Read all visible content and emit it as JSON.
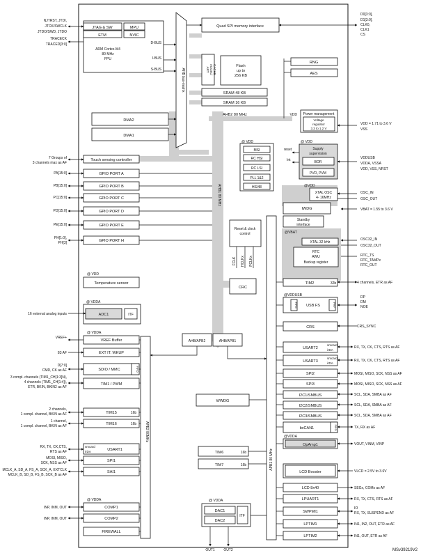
{
  "left_pins": {
    "njtrst": "NJTRST, JTDI,",
    "jtck": "JTCK/SWCLK",
    "jtdo": "JTDO/SWD, JTDO",
    "trace_ck": "TRACECK",
    "traced": "TRACED[3:0]",
    "touch_groups": "7 Groups of",
    "touch_chmax": "3 channels max as AF",
    "pa": "PA[15:0]",
    "pb": "PB[15:0]",
    "pc": "PC[15:0]",
    "pd": "PD[15:0]",
    "pe": "PE[15:0]",
    "ph1": "PH[1:0],",
    "ph3": "PH[3]",
    "ext_analog": "16 external analog inputs",
    "vref": "VREF+",
    "as_af83": "83 AF",
    "sdmmc_d": "D[7:0]",
    "sdmmc_cmd": "CMD, CK as AF",
    "tim1_1": "3 compl. channels (TIM1_CH[1:3]N),",
    "tim1_2": "4 channels (TIM1_CH[1:4]),",
    "tim1_3": "ETR, BKIN, BKIN2 as AF",
    "tim15_1": "2 channels,",
    "tim15_2": "1 compl. channel, BKIN as AF",
    "tim16_1": "1 channel,",
    "tim16_2": "1 compl. channel, BKIN as AF",
    "usart1_1": "RX, TX, CK,CTS,",
    "usart1_2": "RTS as AF",
    "spi1_1": "MOSI, MISO,",
    "spi1_2": "SCK, NSS as AF",
    "sai1_1": "MCLK_A, SD_A, FS_A, SCK_A, EXTCLK",
    "sai1_2": "MCLK_B, SD_B, FS_B, SCK_B as AF",
    "comp1_io": "INP, INM, OUT",
    "comp2_io": "INP, INM, OUT"
  },
  "blocks": {
    "jtag": "JTAG & SW",
    "mpu": "MPU",
    "etm": "ETM",
    "nvic": "NVIC",
    "dbus": "D-BUS",
    "ibus": "I-BUS",
    "sbus": "S-BUS",
    "cpu1": "ARM Cortex-M4",
    "cpu2": "80 MHz",
    "cpu3": "FPU",
    "ahb_matrix": "AHB bus-matrix",
    "quadspi": "Quad SPI memory interface",
    "art1": "ART",
    "art2": "ACCEL/",
    "art3": "CACHE",
    "flash1": "Flash",
    "flash2": "up to",
    "flash3": "256 KB",
    "rng": "RNG",
    "aes": "AES",
    "sram48": "SRAM 48 KB",
    "sram16": "SRAM 16 KB",
    "ahb2": "AHB2 80 MHz",
    "dma2": "DMA2",
    "dma1": "DMA1",
    "touch": "Touch sensing controller",
    "gpioa": "GPIO PORT A",
    "gpiob": "GPIO PORT B",
    "gpioc": "GPIO PORT C",
    "gpiod": "GPIO PORT D",
    "gpioe": "GPIO PORT E",
    "gpioh": "GPIO PORT H",
    "ahb1": "AHB1 80 MHz",
    "msi": "MSI",
    "rchsi": "RC HSI",
    "rclsi": "RC LSI",
    "pll": "PLL 1&2",
    "hsi48": "HSI48",
    "vdd_pm": "VDD",
    "pm": "Power management",
    "vreg1": "Voltage",
    "vreg2": "regulator",
    "vreg3": "3.3 to 1.2 V",
    "sup_vdd": "@ VDD",
    "sup1": "Supply",
    "sup2": "supervision",
    "bor": "BOR",
    "pvd": "PVD, PVM",
    "reset_lbl": "reset",
    "int_lbl": "Int",
    "osc_vdd": "@VDD",
    "xtalosc1": "XTAL OSC",
    "xtalosc2": "4- 16MHz",
    "iwdg": "IWDG",
    "standby1": "Standby",
    "standby2": "interface",
    "vbat_lbl": "@VBAT",
    "xtal32": "XTAL 32 kHz",
    "rtc": "RTC",
    "awu": "AWU",
    "backup": "Backup register",
    "rcc1": "Reset & clock",
    "rcc2": "control",
    "fclk": "FCLK",
    "hclkx": "HCLKx",
    "pclkx": "PCLKx",
    "crc": "CRC",
    "temp_vdd": "@ VDD",
    "temp": "Temperature sensor",
    "adc_vdda": "@ VDDA",
    "adc1": "ADC1",
    "itf": "ITF",
    "vref_vdda": "@ VDDA",
    "vrefbuf": "VREF Buffer",
    "exti": "EXT IT. WKUP",
    "sdmmc": "SDIO / MMC",
    "fifo": "FIFO",
    "tim1": "TIM1 / PWM",
    "tim15": "TIM15",
    "tim16": "TIM16",
    "b16": "16b",
    "smcard": "smcard",
    "irda": "irDA",
    "usart1": "USART1",
    "spi1": "SPI1",
    "sai1": "SAI1",
    "comp_vdda": "@ VDDA",
    "comp1": "COMP1",
    "comp2": "COMP2",
    "firewall": "FIREWALL",
    "apb2": "APB2 80MHz",
    "ahbapb2": "AHB/APB2",
    "ahbapb1": "AHB/APB1",
    "wwdg": "WWDG",
    "tim6": "TIM6",
    "tim7": "TIM7",
    "dac_vdda": "@ VDDA",
    "dac1": "DAC1",
    "dac2": "DAC2",
    "out1": "OUT1",
    "out2": "OUT2",
    "apb1": "APB1 80 MHz",
    "tim2": "TIM2",
    "b32": "32b",
    "usb_vddusb": "@VDDUSB",
    "usbfs": "USB FS",
    "phy": "PHY",
    "crs": "CRS",
    "usart2": "USART2",
    "usart3": "USART3",
    "spi2": "SPI2",
    "spi3": "SPI3",
    "i2c1": "I2C1/SMBUS",
    "i2c2": "I2C2/SMBUS",
    "i2c3": "I2C3/SMBUS",
    "bxcan1": "bxCAN1",
    "opamp_vdda": "@VDDA",
    "opamp1": "OpAmp1",
    "lcdbooster": "LCD Booster",
    "lcd": "LCD 8x40",
    "lpuart1": "LPUART1",
    "swpmi1": "SWPMI1",
    "lptim1": "LPTIM1",
    "lptim2": "LPTIM2"
  },
  "right_pins": {
    "d30": "D0[3:0],",
    "d130": "D1[3:0],",
    "clk0": "CLK0,",
    "clk1": "CLK1",
    "cs": "CS",
    "vdd_range": "VDD = 1.71 to 3.6 V",
    "vss": "VSS",
    "vddusb": "VDDUSB",
    "vdda_vssa": "VDDA, VSSA",
    "vdd_vss_nrst": "VDD, VSS, NRST",
    "osc_in": "OSC_IN",
    "osc_out": "OSC_OUT",
    "vbat": "VBAT = 1.55 to 3.6 V",
    "osc32_in": "OSC32_IN",
    "osc32_out": "OSC32_OUT",
    "rtc_ts": "RTC_TS",
    "rtc_tamp": "RTC_TAMPx",
    "rtc_out": "RTC_OUT",
    "tim2_io": "4 channels, ETR as AF",
    "usb_dp": "DP",
    "usb_dm": "DM",
    "usb_noe": "NOE",
    "crs_sync": "CRS_SYNC",
    "usart_io": "RX, TX, CK, CTS, RTS as AF",
    "spi_io": "MOSI, MISO, SCK, NSS as AF",
    "i2c_io": "SCL, SDA, SMBA as AF",
    "can_io": "TX, RX as AF",
    "opamp_io": "VOUT, VINM, VINP",
    "vlcd": "VLCD = 2.5V to 3.6V",
    "lcd_io": "SEGx, COMx as AF",
    "lpuart_io": "RX, TX, CTS, RTS as AF",
    "swpmi_io1": "IO",
    "swpmi_io2": "RX, TX, SUSPEND as AF",
    "lptim1_io": "IN1, IN2, OUT, ETR as AF",
    "lptim2_io": "IN1, OUT, ETR as AF"
  },
  "footer": {
    "ref": "MSv39219V2"
  }
}
